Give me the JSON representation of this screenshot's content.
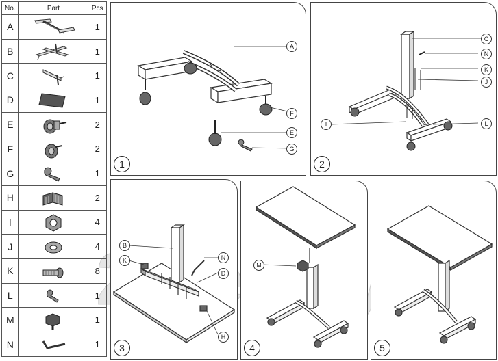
{
  "table": {
    "headers": {
      "no": "No.",
      "part": "Part",
      "pcs": "Pcs"
    },
    "rows": [
      {
        "letter": "A",
        "pcs": "1",
        "icon": "base-frame-icon"
      },
      {
        "letter": "B",
        "pcs": "1",
        "icon": "tabletop-bracket-icon"
      },
      {
        "letter": "C",
        "pcs": "1",
        "icon": "column-icon"
      },
      {
        "letter": "D",
        "pcs": "1",
        "icon": "tabletop-icon"
      },
      {
        "letter": "E",
        "pcs": "2",
        "icon": "braked-caster-icon"
      },
      {
        "letter": "F",
        "pcs": "2",
        "icon": "caster-icon"
      },
      {
        "letter": "G",
        "pcs": "1",
        "icon": "wrench-icon"
      },
      {
        "letter": "H",
        "pcs": "2",
        "icon": "end-cap-icon"
      },
      {
        "letter": "I",
        "pcs": "4",
        "icon": "nut-icon"
      },
      {
        "letter": "J",
        "pcs": "4",
        "icon": "washer-icon"
      },
      {
        "letter": "K",
        "pcs": "8",
        "icon": "bolt-icon"
      },
      {
        "letter": "L",
        "pcs": "1",
        "icon": "small-wrench-icon"
      },
      {
        "letter": "M",
        "pcs": "1",
        "icon": "knob-icon"
      },
      {
        "letter": "N",
        "pcs": "1",
        "icon": "allen-key-icon"
      }
    ]
  },
  "steps": {
    "s1": {
      "number": "1",
      "callouts": [
        "A",
        "F",
        "E",
        "G"
      ]
    },
    "s2": {
      "number": "2",
      "callouts": [
        "C",
        "N",
        "K",
        "J",
        "I",
        "L"
      ]
    },
    "s3": {
      "number": "3",
      "callouts": [
        "B",
        "K",
        "N",
        "D",
        "H"
      ]
    },
    "s4": {
      "number": "4",
      "callouts": [
        "M"
      ]
    },
    "s5": {
      "number": "5"
    }
  },
  "watermark": "2iveKby"
}
